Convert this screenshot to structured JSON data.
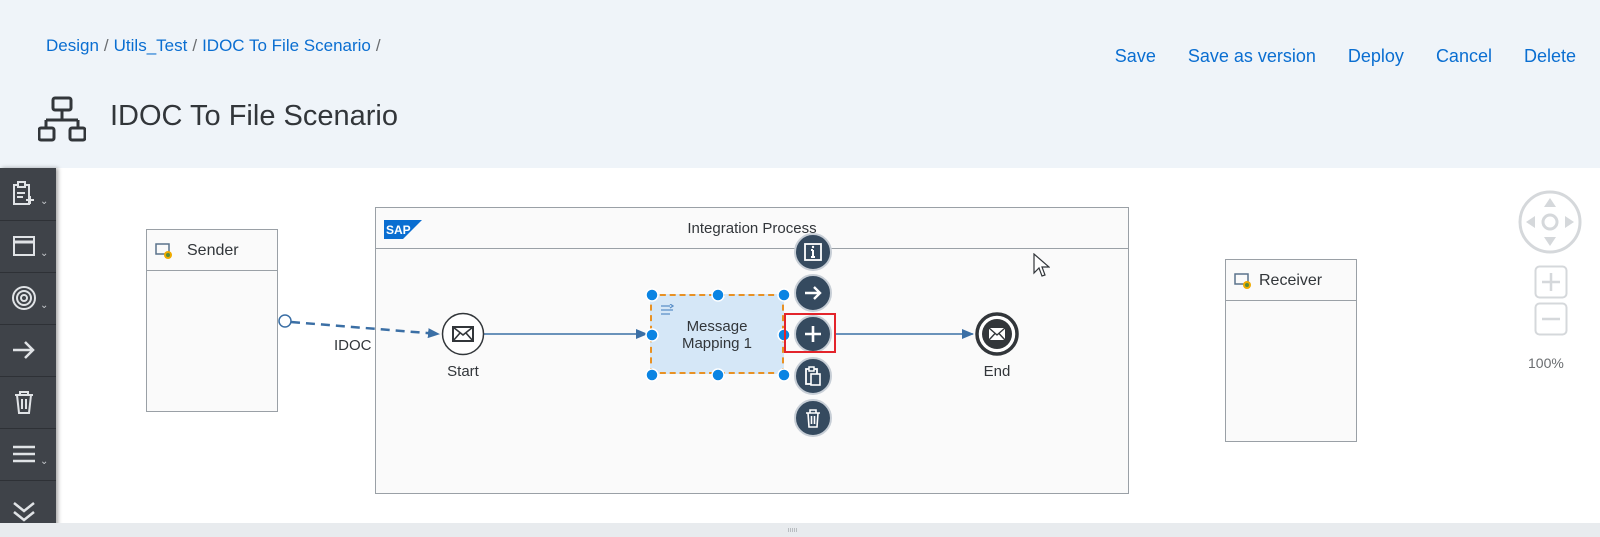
{
  "breadcrumb": {
    "items": [
      "Design",
      "Utils_Test",
      "IDOC To File Scenario"
    ],
    "separator": "/"
  },
  "actions": {
    "save": "Save",
    "save_as_version": "Save as version",
    "deploy": "Deploy",
    "cancel": "Cancel",
    "delete": "Delete"
  },
  "page": {
    "title": "IDOC To File Scenario",
    "icon": "integration-flow-icon"
  },
  "palette": {
    "items": [
      "participants-icon",
      "process-icon",
      "events-icon",
      "connector-arrow-icon",
      "delete-icon",
      "menu-icon",
      "more-icon"
    ]
  },
  "diagram": {
    "sender": {
      "label": "Sender"
    },
    "receiver": {
      "label": "Receiver"
    },
    "integration_process": {
      "title": "Integration Process",
      "logo": "SAP"
    },
    "start": {
      "label": "Start"
    },
    "end": {
      "label": "End"
    },
    "mapping": {
      "label_line1": "Message",
      "label_line2": "Mapping 1"
    },
    "connection_label": "IDOC"
  },
  "context_menu": {
    "items": [
      "info-icon",
      "connect-arrow-icon",
      "add-icon",
      "paste-icon",
      "delete-icon"
    ],
    "highlighted": "add-icon"
  },
  "zoom": {
    "level": "100%"
  },
  "colors": {
    "accent": "#0a6ed1",
    "header_bg": "#eff4f9",
    "palette_bg": "#3f4349",
    "selection": "#e89124",
    "highlight": "#e3242b",
    "handle": "#0a84e3"
  }
}
